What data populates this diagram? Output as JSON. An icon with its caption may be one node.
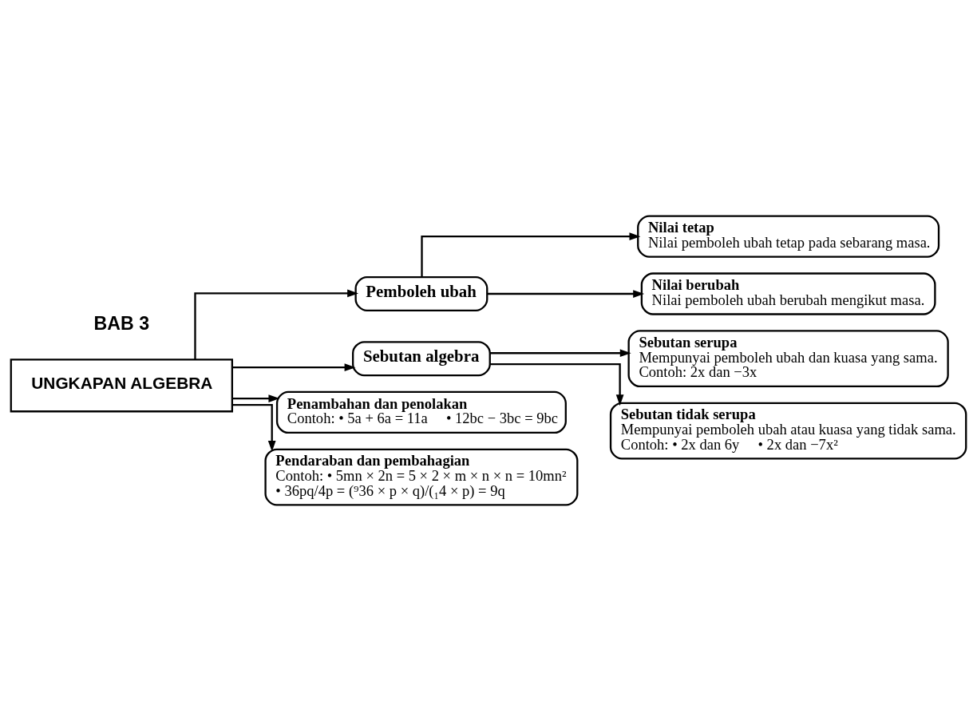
{
  "diagram": {
    "nodes": [
      {
        "text": [
          "UNGKAPAN ALGEBRA"
        ]
      },
      {
        "text": [
          "Pemboleh ubah"
        ]
      },
      {
        "text": [
          "Nilai tetap",
          "Nilai pemboleh ubah tetap pada sebarang masa."
        ]
      },
      {
        "text": [
          "Nilai berubah",
          "Nilai pemboleh ubah berubah mengikut masa."
        ]
      },
      {
        "text": [
          "Sebutan algebra"
        ]
      },
      {
        "text": [
          "Sebutan serupa",
          "Mempunyai pemboleh ubah dan kuasa yang sama.",
          "Contoh: 2x dan −3x"
        ]
      },
      {
        "text": [
          "Sebutan tidak serupa",
          "Mempunyai pemboleh ubah atau kuasa yang tidak sama.",
          "Contoh: • 2x dan 6y     • 2x dan −7x²"
        ]
      },
      {
        "text": [
          "Penambahan dan penolakan",
          "Contoh: • 5a + 6a = 11a     • 12bc − 3bc = 9bc"
        ]
      },
      {
        "text": [
          "Pendaraban dan pembahagian",
          "Contoh: • 5mn × 2n = 5 × 2 × m × n × n = 10mn²",
          "• 36pq/4p = (⁹36 × p × q)/(₁4 × p) = 9q"
        ]
      }
    ],
    "edges": [
      {
        "from": 0,
        "to": 1,
        "arrow": "to"
      },
      {
        "from": 0,
        "to": 4,
        "arrow": "to"
      },
      {
        "from": 0,
        "to": 7,
        "arrow": "to"
      },
      {
        "from": 0,
        "to": 8,
        "arrow": "to"
      },
      {
        "from": 1,
        "to": 2,
        "arrow": "to"
      },
      {
        "from": 1,
        "to": 3,
        "arrow": "to"
      },
      {
        "from": 4,
        "to": 5,
        "arrow": "to"
      },
      {
        "from": 4,
        "to": 6,
        "arrow": "to"
      }
    ],
    "labels": [
      "BAB 3"
    ]
  }
}
